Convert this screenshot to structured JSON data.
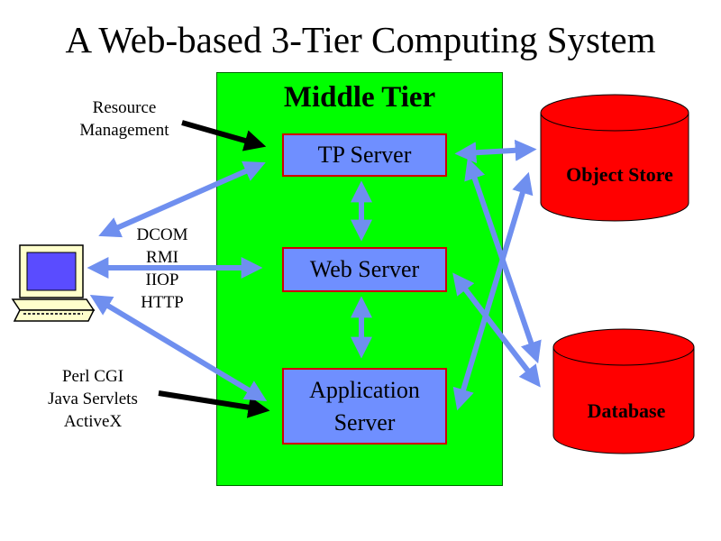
{
  "title": "A Web-based 3-Tier Computing System",
  "middle_tier": {
    "label": "Middle Tier",
    "servers": {
      "tp": "TP Server",
      "web": "Web Server",
      "app_line1": "Application",
      "app_line2": "Server"
    }
  },
  "left_labels": {
    "resource_management": [
      "Resource",
      "Management"
    ],
    "protocols": [
      "DCOM",
      "RMI",
      "IIOP",
      "HTTP"
    ],
    "server_extensions": [
      "Perl CGI",
      "Java Servlets",
      "ActiveX"
    ]
  },
  "data_stores": {
    "object_store": "Object Store",
    "database": "Database"
  },
  "colors": {
    "middle_tier_fill": "#00ff00",
    "server_fill": "#6f8fff",
    "server_border": "#d00000",
    "store_fill": "#ff0000",
    "arrow_blue": "#6f8fef",
    "arrow_black": "#000000"
  },
  "icons": [
    "desktop-computer-icon"
  ]
}
